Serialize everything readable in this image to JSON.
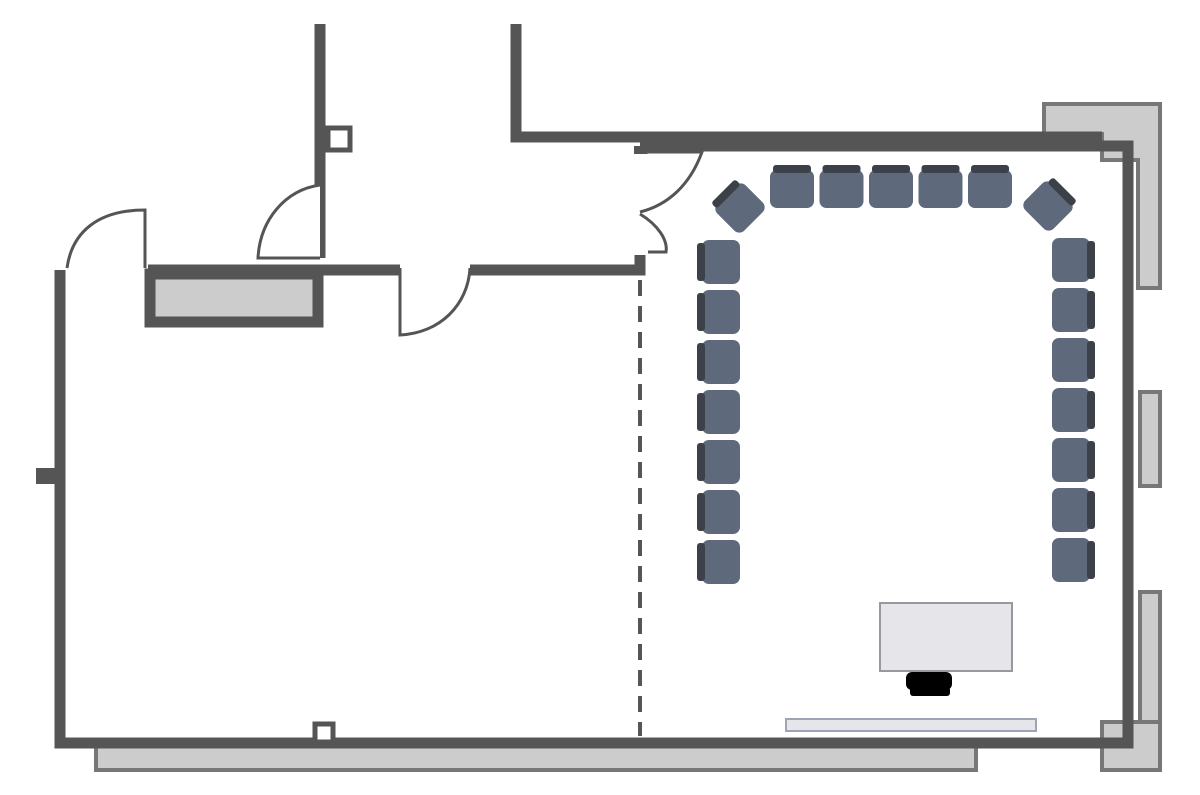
{
  "plan": {
    "colors": {
      "wall": "#555555",
      "exterior_fill": "#cccccc",
      "exterior_stroke": "#777777",
      "chair": "#5e6a7b",
      "chair_back": "#3c4149",
      "desk_fill": "#e6e6ea",
      "desk_stroke": "#999999",
      "counter_fill": "#e6e6ea",
      "counter_stroke": "#9ea3b5",
      "divider": "#555555",
      "background": "#ffffff"
    },
    "layout": {
      "arrangement": "u-shape",
      "top_row_chairs": 5,
      "corner_chairs": 2,
      "left_column_chairs": 7,
      "right_column_chairs": 7,
      "presenter_chairs": 1,
      "doors": 4,
      "movable_partition": "dashed"
    }
  }
}
